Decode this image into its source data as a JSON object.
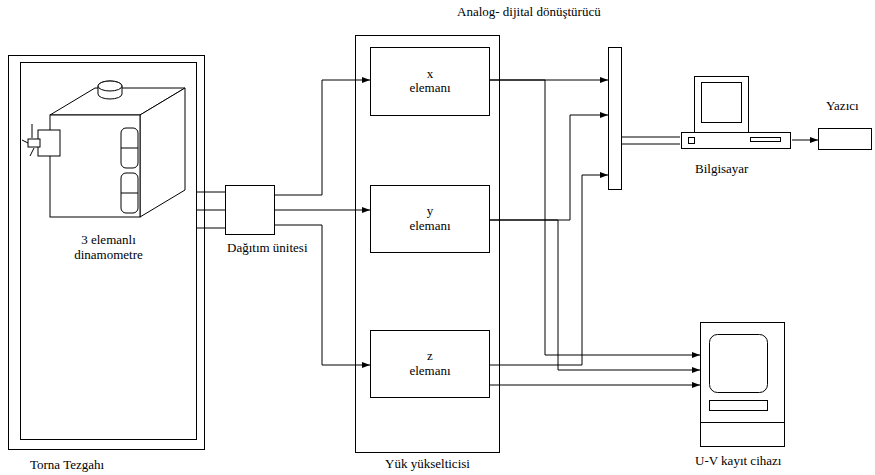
{
  "diagram": {
    "nodes": [
      {
        "text": [
          "Torna Tezgahı"
        ]
      },
      {
        "text": [
          "3 elemanlı dinamometre"
        ],
        "in": 0
      },
      {
        "text": [
          "Dağıtım ünitesi"
        ]
      },
      {
        "text": [
          "Yük yükselticisi"
        ]
      },
      {
        "text": [
          "x elemanı"
        ],
        "in": 3
      },
      {
        "text": [
          "y elemanı"
        ],
        "in": 3
      },
      {
        "text": [
          "z elemanı"
        ],
        "in": 3
      },
      {
        "text": [
          "Analog- dijital dönüştürücü"
        ]
      },
      {
        "text": [
          "Bilgisayar"
        ]
      },
      {
        "text": [
          "Yazıcı"
        ]
      },
      {
        "text": [
          "U-V kayıt cihazı"
        ]
      }
    ],
    "edges": [
      {
        "from": 1,
        "to": 2,
        "arrow": "none"
      },
      {
        "from": 2,
        "to": 4,
        "arrow": "to"
      },
      {
        "from": 2,
        "to": 5,
        "arrow": "to"
      },
      {
        "from": 2,
        "to": 6,
        "arrow": "to"
      },
      {
        "from": 4,
        "to": 7,
        "arrow": "to"
      },
      {
        "from": 4,
        "to": 10,
        "arrow": "to"
      },
      {
        "from": 5,
        "to": 7,
        "arrow": "to"
      },
      {
        "from": 5,
        "to": 10,
        "arrow": "to"
      },
      {
        "from": 6,
        "to": 7,
        "arrow": "to"
      },
      {
        "from": 6,
        "to": 10,
        "arrow": "to"
      },
      {
        "from": 7,
        "to": 8,
        "arrow": "none"
      },
      {
        "from": 8,
        "to": 9,
        "arrow": "to"
      }
    ]
  }
}
